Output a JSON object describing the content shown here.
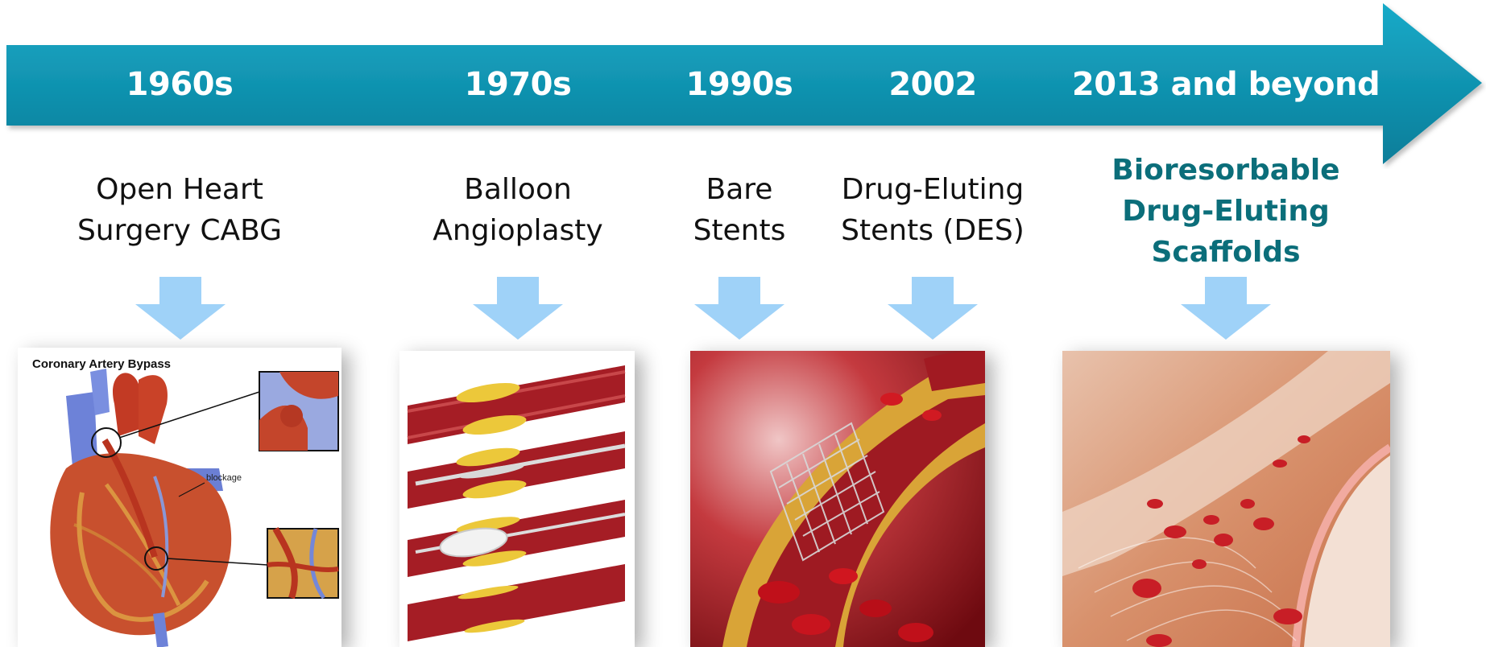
{
  "timeline": {
    "eras": [
      {
        "year": "1960s",
        "lines": [
          "Open Heart",
          "Surgery CABG"
        ],
        "highlight": false
      },
      {
        "year": "1970s",
        "lines": [
          "Balloon",
          "Angioplasty"
        ],
        "highlight": false
      },
      {
        "year": "1990s",
        "lines": [
          "Bare",
          "Stents"
        ],
        "highlight": false
      },
      {
        "year": "2002",
        "lines": [
          "Drug-Eluting",
          "Stents (DES)"
        ],
        "highlight": false
      },
      {
        "year": "2013 and beyond",
        "lines": [
          "Bioresorbable",
          "Drug-Eluting",
          "Scaffolds"
        ],
        "highlight": true
      }
    ]
  },
  "images": {
    "cabg": {
      "title": "Coronary Artery Bypass",
      "label": "blockage"
    }
  },
  "colors": {
    "arrow_top": "#17aac8",
    "arrow_bottom": "#0c7f9c",
    "down_arrow": "#9fd2f8",
    "highlight_text": "#0b6e7a",
    "artery": "#a51d25",
    "plaque": "#e8c12a"
  }
}
